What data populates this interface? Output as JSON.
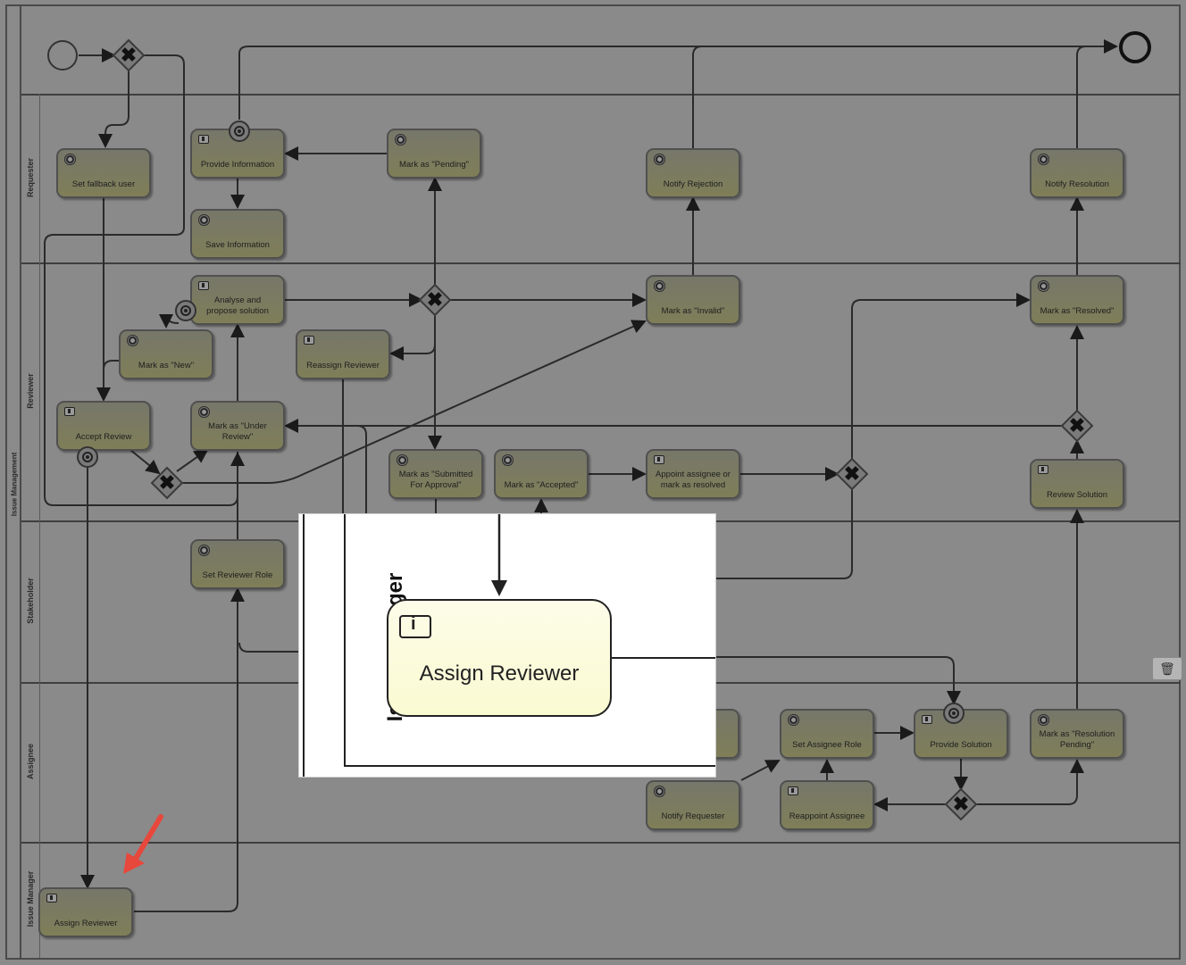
{
  "pool": {
    "label": "Issue Management"
  },
  "lanes": [
    {
      "id": "requester",
      "label": "Requester"
    },
    {
      "id": "reviewer",
      "label": "Reviewer"
    },
    {
      "id": "stakeholder",
      "label": "Stakeholder"
    },
    {
      "id": "assignee",
      "label": "Assignee"
    },
    {
      "id": "issue-manager",
      "label": "Issue Manager"
    }
  ],
  "tasks": [
    {
      "id": "set-fallback",
      "label": "Set fallback user",
      "icon": "service-gear-icon"
    },
    {
      "id": "provide-info",
      "label": "Provide Information",
      "icon": "user-task-icon"
    },
    {
      "id": "mark-pending",
      "label": "Mark as \"Pending\"",
      "icon": "service-gear-icon"
    },
    {
      "id": "save-info",
      "label": "Save Information",
      "icon": "service-gear-icon"
    },
    {
      "id": "notify-rejection",
      "label": "Notify Rejection",
      "icon": "service-gear-icon"
    },
    {
      "id": "notify-resolution",
      "label": "Notify Resolution",
      "icon": "service-gear-icon"
    },
    {
      "id": "analyse",
      "label": "Analyse and\npropose solution",
      "icon": "user-task-icon"
    },
    {
      "id": "mark-new",
      "label": "Mark as \"New\"",
      "icon": "service-gear-icon"
    },
    {
      "id": "reassign",
      "label": "Reassign Reviewer",
      "icon": "user-task-icon"
    },
    {
      "id": "mark-invalid",
      "label": "Mark as \"Invalid\"",
      "icon": "service-gear-icon"
    },
    {
      "id": "mark-resolved",
      "label": "Mark as \"Resolved\"",
      "icon": "service-gear-icon"
    },
    {
      "id": "accept-review",
      "label": "Accept Review",
      "icon": "user-task-icon"
    },
    {
      "id": "mark-under-review",
      "label": "Mark as \"Under\nReview\"",
      "icon": "service-gear-icon"
    },
    {
      "id": "mark-submitted",
      "label": "Mark as \"Submitted\nFor Approval\"",
      "icon": "service-gear-icon"
    },
    {
      "id": "mark-accepted",
      "label": "Mark as \"Accepted\"",
      "icon": "service-gear-icon"
    },
    {
      "id": "appoint-assignee",
      "label": "Appoint assignee or\nmark as resolved",
      "icon": "user-task-icon"
    },
    {
      "id": "review-solution",
      "label": "Review Solution",
      "icon": "user-task-icon"
    },
    {
      "id": "set-reviewer-role",
      "label": "Set Reviewer Role",
      "icon": "service-gear-icon"
    },
    {
      "id": "set-assignee-role",
      "label": "Set Assignee Role",
      "icon": "service-gear-icon"
    },
    {
      "id": "provide-solution",
      "label": "Provide Solution",
      "icon": "user-task-icon"
    },
    {
      "id": "mark-resolution-pending",
      "label": "Mark as \"Resolution\nPending\"",
      "icon": "service-gear-icon"
    },
    {
      "id": "notify-requester",
      "label": "Notify Requester",
      "icon": "service-gear-icon"
    },
    {
      "id": "reappoint-assignee",
      "label": "Reappoint Assignee",
      "icon": "user-task-icon"
    },
    {
      "id": "assign-reviewer",
      "label": "Assign Reviewer",
      "icon": "user-task-icon"
    }
  ],
  "zoom_inset": {
    "lane_label": "Issue Manager",
    "task_label": "Assign Reviewer",
    "icon": "user-task-icon"
  },
  "annotation": {
    "icon": "red-arrow-icon",
    "color": "#e8473c"
  },
  "toolbar": {
    "delete_icon": "trash-icon"
  },
  "colors": {
    "overlay": "#8a8a8a",
    "task_fill": "#7f7e58",
    "zoom_task_fill": "#fafad2"
  }
}
